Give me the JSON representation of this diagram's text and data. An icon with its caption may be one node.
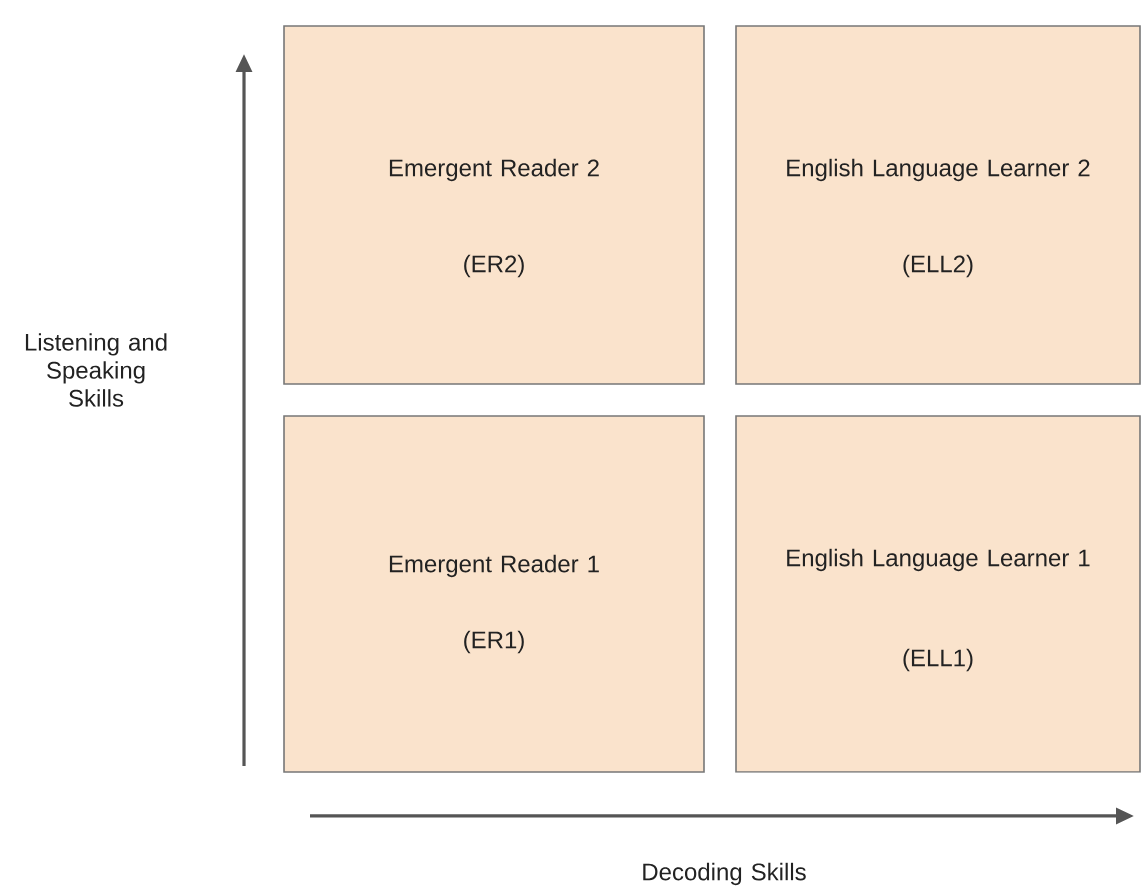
{
  "diagram": {
    "nodes": [
      {
        "text": [
          "Emergent Reader 2",
          "(ER2)"
        ]
      },
      {
        "text": [
          "English Language Learner 2",
          "(ELL2)"
        ]
      },
      {
        "text": [
          "Emergent Reader 1",
          "(ER1)"
        ]
      },
      {
        "text": [
          "English Language Learner 1",
          "(ELL1)"
        ]
      }
    ],
    "labels": [
      "Listening and Speaking Skills",
      "Decoding Skills"
    ]
  }
}
